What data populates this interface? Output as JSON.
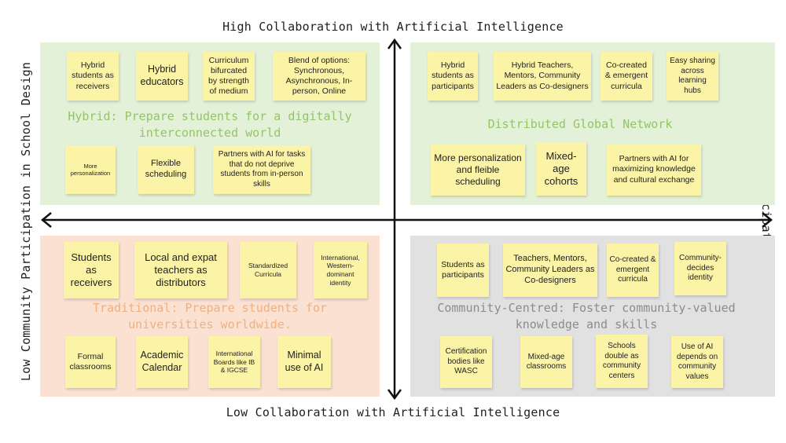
{
  "axes": {
    "top": "High Collaboration with Artificial Intelligence",
    "bottom": "Low Collaboration with Artificial Intelligence",
    "left": "Low Community Participation in School Design",
    "right": "High Community Participation in School Design"
  },
  "quadrants": {
    "top_left": {
      "title": "Hybrid: Prepare students for a digitally interconnected world",
      "notes": [
        "Hybrid students as receivers",
        "Hybrid educators",
        "Curriculum bifurcated by strength of medium",
        "Blend of options: Synchronous, Asynchronous, In-person, Online",
        "More personalization",
        "Flexible scheduling",
        "Partners with AI for tasks that do not deprive students from in-person skills"
      ]
    },
    "top_right": {
      "title": "Distributed Global Network",
      "notes": [
        "Hybrid students as participants",
        "Hybrid Teachers, Mentors, Community Leaders as Co-designers",
        "Co-created & emergent curricula",
        "Easy sharing across learning hubs",
        "More personalization and fleible scheduling",
        "Mixed-age cohorts",
        "Partners with AI for maximizing knowledge and cultural exchange"
      ]
    },
    "bottom_left": {
      "title": "Traditional: Prepare students for universities worldwide.",
      "notes": [
        "Students as receivers",
        "Local and expat teachers as distributors",
        "Standardized Curricula",
        "International, Western-dominant identity",
        "Formal classrooms",
        "Academic Calendar",
        "International Boards like IB & IGCSE",
        "Minimal use of AI"
      ]
    },
    "bottom_right": {
      "title": "Community-Centred: Foster community-valued knowledge and skills",
      "notes": [
        "Students as participants",
        "Teachers, Mentors, Community Leaders as Co-designers",
        "Co-created & emergent curricula",
        "Community-decides identity",
        "Certification bodies like WASC",
        "Mixed-age classrooms",
        "Schools double as community centers",
        "Use of AI depends on community values"
      ]
    }
  },
  "colors": {
    "green_quadrant": "#e4f1d9",
    "orange_quadrant": "#fbe1d1",
    "grey_quadrant": "#e1e1e1",
    "sticky_note": "#fbf3a6",
    "green_title": "#93c565",
    "orange_title": "#efb07f",
    "grey_title": "#8c8c8c"
  }
}
